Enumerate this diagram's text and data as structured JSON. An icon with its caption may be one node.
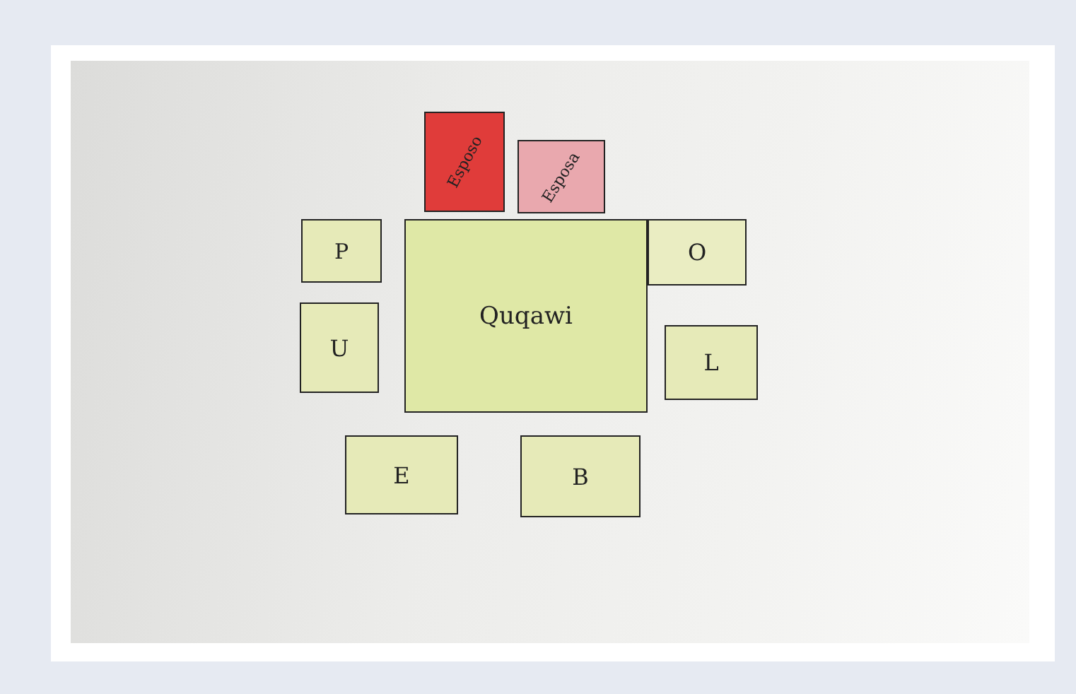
{
  "diagram": {
    "nodes": [
      {
        "text": [
          "Esposo"
        ]
      },
      {
        "text": [
          "Esposa"
        ]
      },
      {
        "text": [
          "P"
        ]
      },
      {
        "text": [
          "Quqawi"
        ]
      },
      {
        "text": [
          "O"
        ]
      },
      {
        "text": [
          "U"
        ]
      },
      {
        "text": [
          "L"
        ]
      },
      {
        "text": [
          "E"
        ]
      },
      {
        "text": [
          "B"
        ]
      }
    ]
  }
}
